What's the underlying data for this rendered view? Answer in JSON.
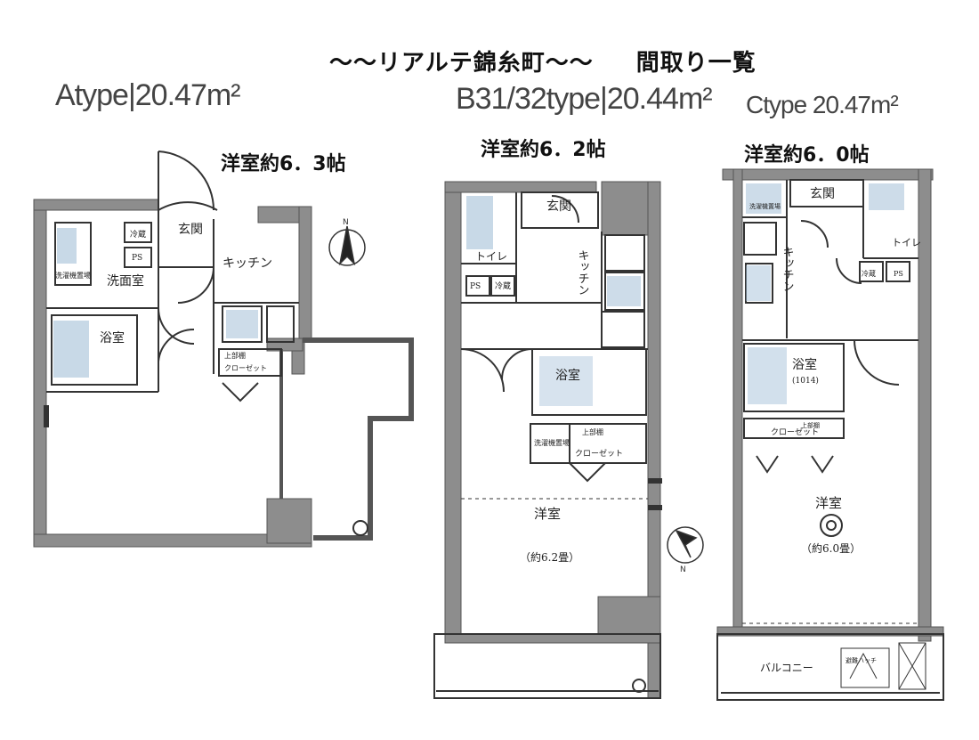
{
  "header": {
    "title": "～～リアルテ錦糸町～～",
    "subtitle": "間取り一覧"
  },
  "plans": [
    {
      "id": "A",
      "type_label": "Atype|20.47m²",
      "area_note": "洋室約6．3帖",
      "rooms": {
        "entrance": "玄関",
        "kitchen": "キッチン",
        "washroom": "洗面室",
        "bath": "浴室",
        "fridge": "冷蔵",
        "ps": "PS",
        "laundry": "洗濯機置場",
        "closet": "クローゼット",
        "upper_shelf": "上部棚"
      }
    },
    {
      "id": "B",
      "type_label": "B31/32type|20.44m²",
      "area_note": "洋室約6．2帖",
      "rooms": {
        "entrance": "玄関",
        "toilet": "トイレ",
        "kitchen": "キッチン",
        "bath": "浴室",
        "western": "洋室",
        "western_size": "（約6.2畳）",
        "closet": "クローゼット",
        "laundry": "洗濯機置場",
        "fridge": "冷蔵",
        "ps": "PS",
        "upper_shelf": "上部棚"
      }
    },
    {
      "id": "C",
      "type_label": "Ctype 20.47m²",
      "area_note": "洋室約6．0帖",
      "rooms": {
        "entrance": "玄関",
        "toilet": "トイレ",
        "kitchen": "キッチン",
        "bath": "浴室",
        "bath_size": "(1014)",
        "western": "洋室",
        "western_size": "（約6.0畳）",
        "closet": "クローゼット",
        "balcony": "バルコニー",
        "laundry": "洗濯機置場",
        "fridge": "冷蔵",
        "ps": "PS",
        "upper_shelf": "上部棚",
        "hatch": "避難ハッチ"
      }
    }
  ],
  "north_marks": [
    "N",
    "N"
  ],
  "colors": {
    "wall": "#8d8d8d",
    "wall_dark": "#6d6d6d",
    "line": "#333333",
    "fixture": "#9bbad4"
  }
}
